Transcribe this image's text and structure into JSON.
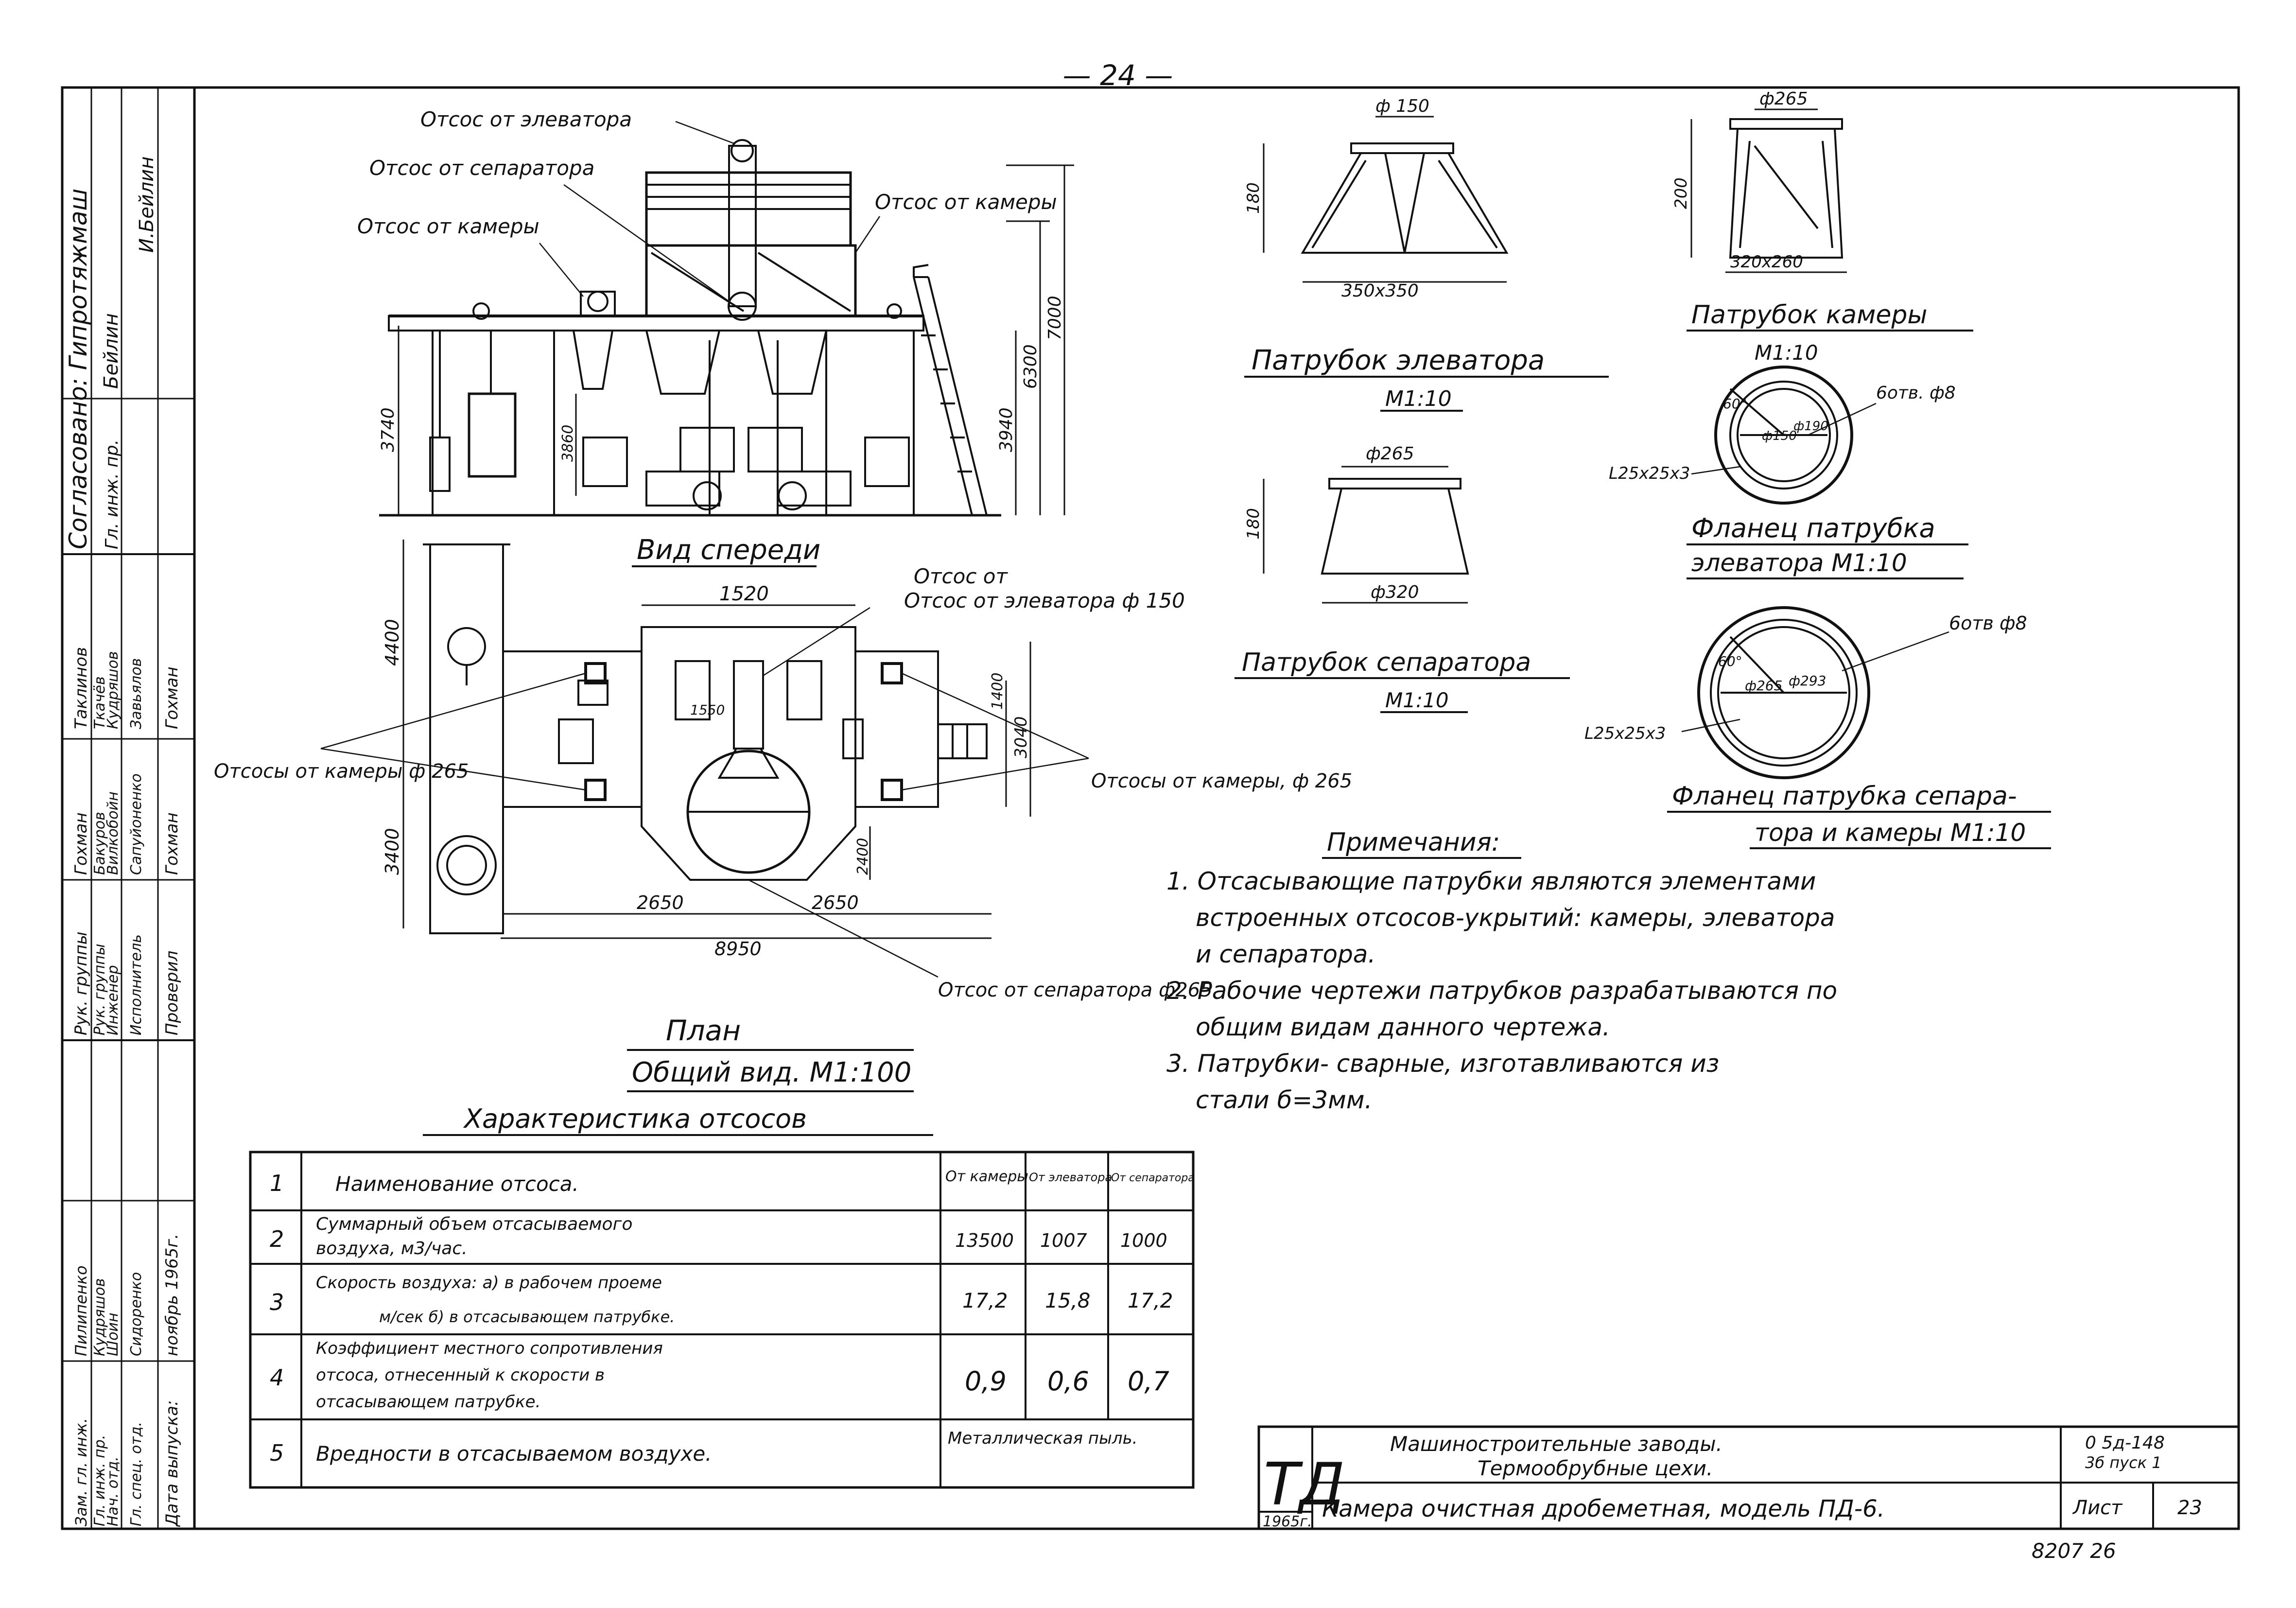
{
  "sheet": {
    "page_number": "— 24 —",
    "bottom_code": "8207   26"
  },
  "approval_strip": {
    "agreed": "Согласовано: Гипротяжмаш",
    "chief_eng_role": "Гл. инж. пр.",
    "chief_eng_name": "Бейлин",
    "chief_eng_sign": "И.Бейлин",
    "rows": [
      [
        "Рук. группы",
        "Гохман",
        "Таклинов"
      ],
      [
        "Рук. группы",
        "Бакуров",
        "Ткачёв"
      ],
      [
        "Инженер",
        "Вилкобойн",
        "Кудряшов"
      ],
      [
        "Исполнитель",
        "Сапуйоненко",
        "Завьялов"
      ],
      [
        "Проверил",
        "Гохман",
        "Гохман"
      ]
    ],
    "lower_rows": [
      [
        "Зам. гл. инж.",
        "Пилипенко"
      ],
      [
        "Гл. инж. пр.",
        "Кудряшов"
      ],
      [
        "Нач. отд.",
        "Шоин"
      ],
      [
        "Гл. спец. отд.",
        "Сидоренко"
      ],
      [
        "Дата выпуска:",
        "ноябрь 1965г."
      ]
    ]
  },
  "front_view": {
    "title": "Вид спереди",
    "labels": {
      "elevator": "Отсос от элеватора",
      "separator": "Отсос от сепаратора",
      "camera_left": "Отсос от камеры",
      "camera_right": "Отсос от камеры"
    },
    "dims": [
      "3740",
      "7000",
      "6300",
      "3940",
      "3860"
    ]
  },
  "plan_view": {
    "title": "План",
    "subtitle": "Общий вид. М1:100",
    "labels": {
      "elevator": "Отсос от элеватора ф 150",
      "cameras_left": "Отсосы от камеры ф 265",
      "cameras_right": "Отсосы от камеры, ф 265",
      "separator": "Отсос от сепаратора ф265"
    },
    "dims": [
      "1520",
      "4400",
      "3400",
      "2650",
      "2650",
      "8950",
      "3040",
      "1400",
      "2400",
      "1550"
    ]
  },
  "nozzles": {
    "elevator": {
      "title": "Патрубок элеватора",
      "scale": "М1:10",
      "top": "ф 150",
      "bottom": "350х350",
      "height": "180"
    },
    "camera": {
      "title": "Патрубок камеры",
      "scale": "М1:10",
      "top": "ф265",
      "bottom": "320х260",
      "height": "200"
    },
    "separator": {
      "title": "Патрубок сепаратора",
      "scale": "М1:10",
      "top": "ф265",
      "bottom": "ф320",
      "height": "180"
    },
    "flange_elevator": {
      "title": "Фланец патрубка",
      "subtitle": "элеватора М1:10",
      "holes": "6отв. ф8",
      "angle": "L25х25х3",
      "inner": "ф150",
      "outer": "ф190",
      "deg": "60°"
    },
    "flange_separator": {
      "title": "Фланец патрубка сепара-",
      "subtitle": "тора и камеры М1:10",
      "holes": "6отв ф8",
      "angle": "L25х25х3",
      "inner": "ф265",
      "outer": "ф293",
      "deg": "60°"
    }
  },
  "notes": {
    "heading": "Примечания:",
    "lines": [
      "1. Отсасывающие патрубки являются элементами",
      "встроенных отсосов-укрытий: камеры, элеватора",
      "и сепаратора.",
      "2. Рабочие чертежи патрубков разрабатываются по",
      "общим видам данного чертежа.",
      "3. Патрубки- сварные, изготавливаются из",
      "стали б=3мм."
    ]
  },
  "characteristics": {
    "title": "Характеристика отсосов",
    "columns": [
      "От камеры",
      "От элеватора",
      "От сепаратора"
    ],
    "rows": [
      {
        "n": "1",
        "name": [
          "Наименование отсоса."
        ],
        "values": []
      },
      {
        "n": "2",
        "name": [
          "Суммарный объем отсасываемого",
          "воздуха, м3/час."
        ],
        "values": [
          "13500",
          "1007",
          "1000"
        ]
      },
      {
        "n": "3",
        "name": [
          "Скорость воздуха: а) в рабочем проеме",
          "м/сек      б) в отсасывающем патрубке."
        ],
        "values": [
          "17,2",
          "15,8",
          "17,2"
        ]
      },
      {
        "n": "4",
        "name": [
          "Коэффициент местного сопротивления",
          "отсоса, отнесенный к скорости в",
          "отсасывающем патрубке."
        ],
        "values": [
          "0,9",
          "0,6",
          "0,7"
        ]
      },
      {
        "n": "5",
        "name": [
          "Вредности в отсасываемом воздухе."
        ],
        "values": [
          "Металлическая пыль."
        ]
      }
    ]
  },
  "title_block": {
    "logo": "ТД",
    "year": "1965г.",
    "org_line1": "Машиностроительные заводы.",
    "org_line2": "Термообрубные цехи.",
    "code_line1": "0 5д-148",
    "code_line2": "3б пуск 1",
    "drawing_title": "Камера очистная дробеметная, модель ПД-6.",
    "sheet_label": "Лист",
    "sheet_number": "23"
  }
}
